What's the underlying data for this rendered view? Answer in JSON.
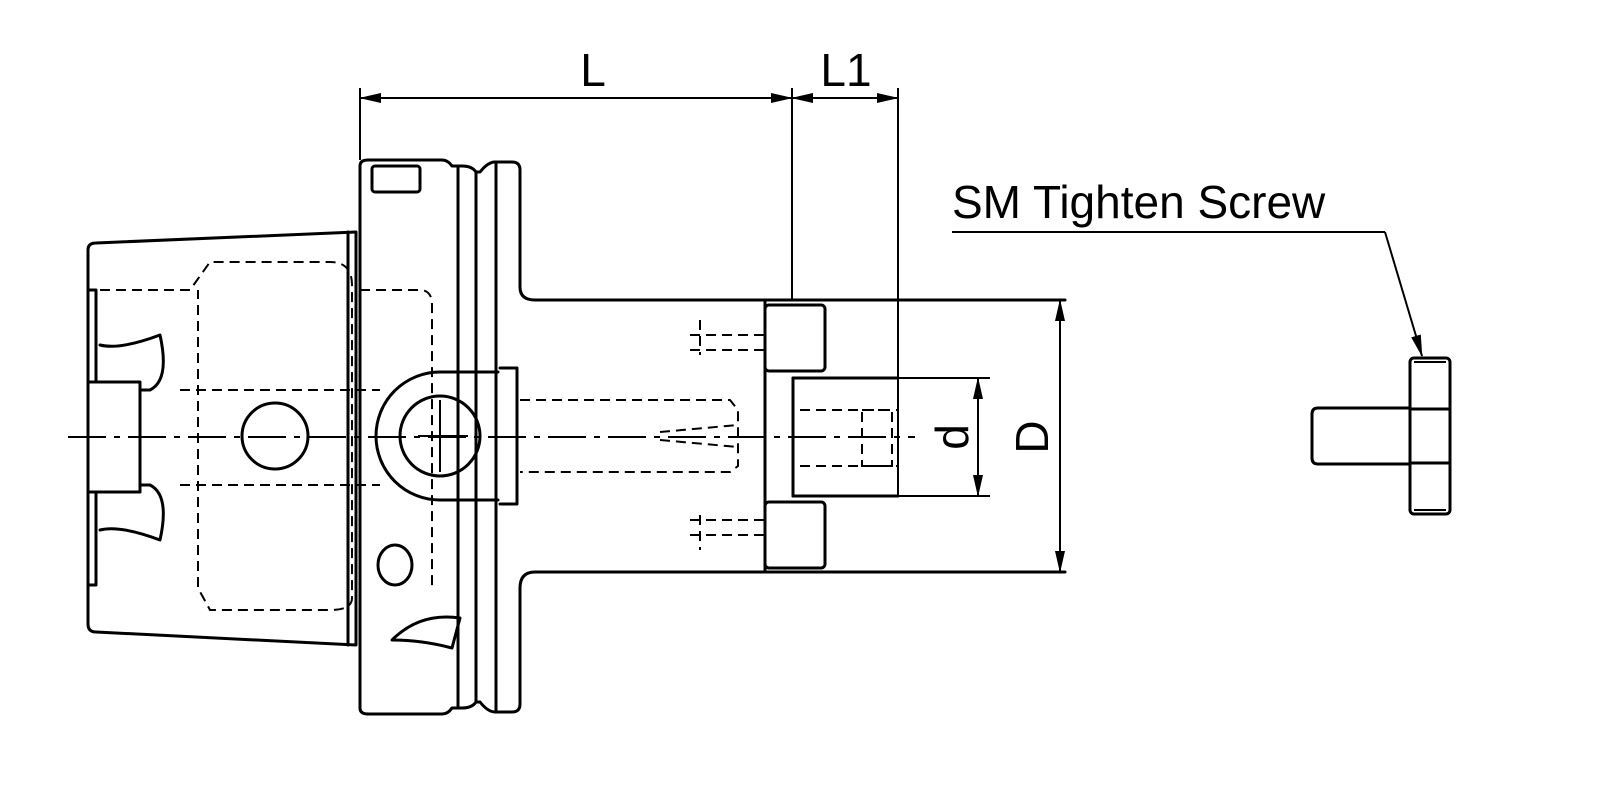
{
  "dimensions": {
    "L": "L",
    "L1": "L1",
    "d": "d",
    "D": "D"
  },
  "callout": {
    "label": "SM Tighten Screw"
  }
}
